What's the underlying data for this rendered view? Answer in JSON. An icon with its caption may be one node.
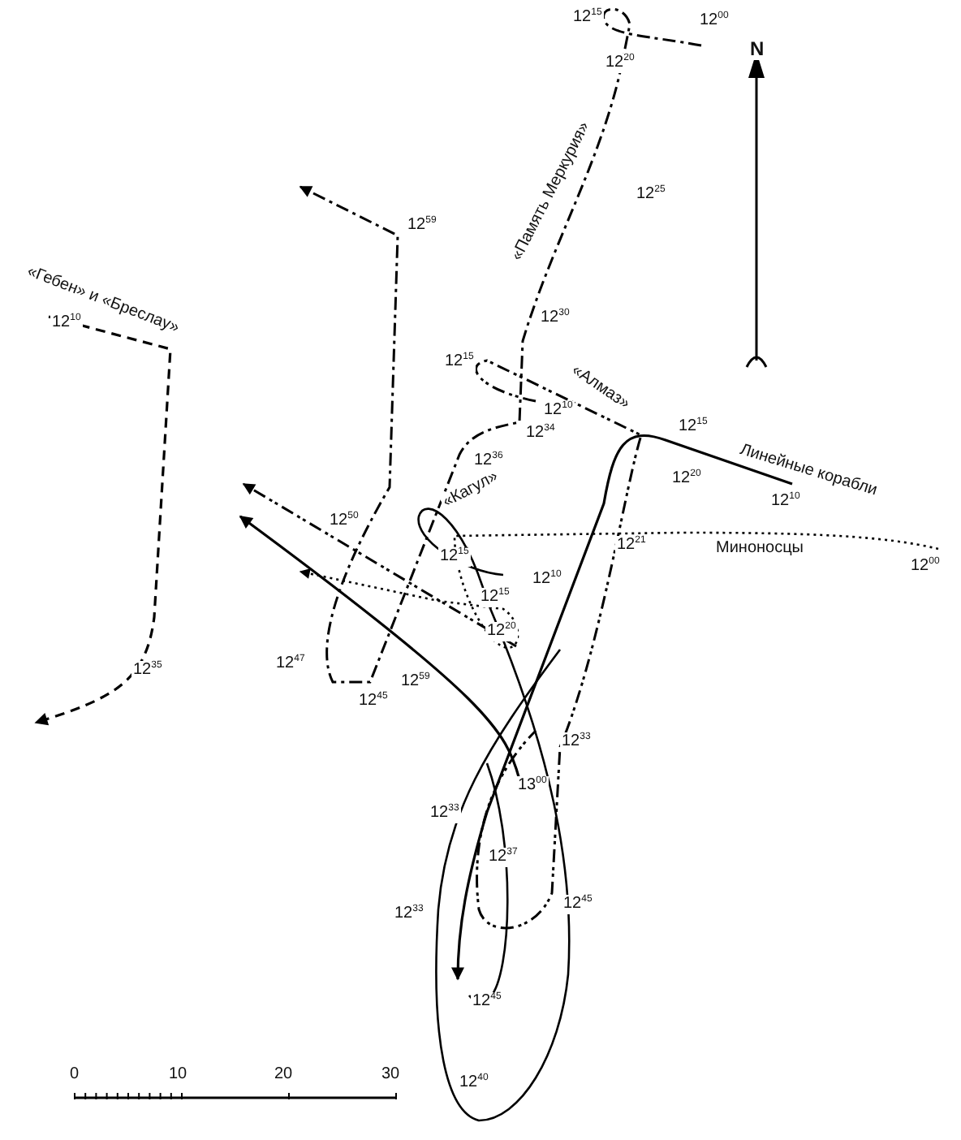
{
  "diagram": {
    "labels": [
      "12$^{15}$",
      "12$^{00}$",
      "N",
      "12$^{20}$",
      "«Память Меркурия»",
      "12$^{25}$",
      "12$^{59}$",
      "«Гебен» и «Бреслау»",
      "12$^{10}$",
      "12$^{30}$",
      "12$^{15}$",
      "«Алмаз»",
      "12$^{10}$",
      "12$^{34}$",
      "12$^{15}$",
      "12$^{36}$",
      "Линейные корабли",
      "12$^{20}$",
      "12$^{10}$",
      "«Кагул»",
      "12$^{21}$",
      "Миноносцы",
      "12$^{50}$",
      "12$^{00}$",
      "12$^{15}$",
      "12$^{10}$",
      "12$^{15}$",
      "12$^{20}$",
      "12$^{35}$",
      "12$^{47}$",
      "12$^{59}$",
      "12$^{45}$",
      "12$^{33}$",
      "13$^{00}$",
      "12$^{33}$",
      "12$^{37}$",
      "12$^{33}$",
      "12$^{45}$",
      "12$^{45}$",
      "12$^{40}$",
      "0",
      "10",
      "20",
      "30"
    ]
  }
}
